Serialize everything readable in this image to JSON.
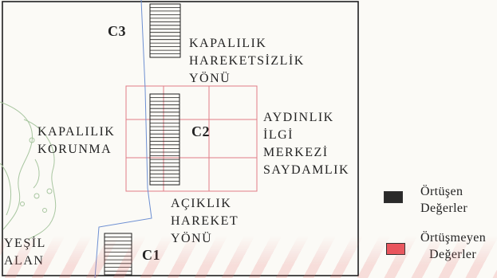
{
  "stair_codes": {
    "c3": "C3",
    "c2": "C2",
    "c1": "C1"
  },
  "annotations": {
    "stillness_direction": [
      "KAPALILIK",
      "HAREKETSİZLİK",
      "YÖNÜ"
    ],
    "protection": [
      "KAPALILIK",
      "KORUNMA"
    ],
    "focus_center": [
      "AYDINLIK",
      "İLGİ",
      "MERKEZİ",
      "SAYDAMLIK"
    ],
    "movement_direction": [
      "AÇIKLIK",
      "HAREKET",
      "YÖNÜ"
    ],
    "green_area": [
      "YEŞİL",
      "ALAN"
    ]
  },
  "legend": [
    {
      "lines": [
        "Örtüşen",
        "Değerler"
      ],
      "swatch_color": "#2a2a2a"
    },
    {
      "lines": [
        "Örtüşmeyen",
        "Değerler"
      ],
      "swatch_color": "#e9555d"
    }
  ],
  "colors": {
    "boundary": "#1f1f1f",
    "path_line": "#6d8fd2",
    "focus_grid": "#e07c86",
    "vegetation": "#a8c6a0"
  }
}
